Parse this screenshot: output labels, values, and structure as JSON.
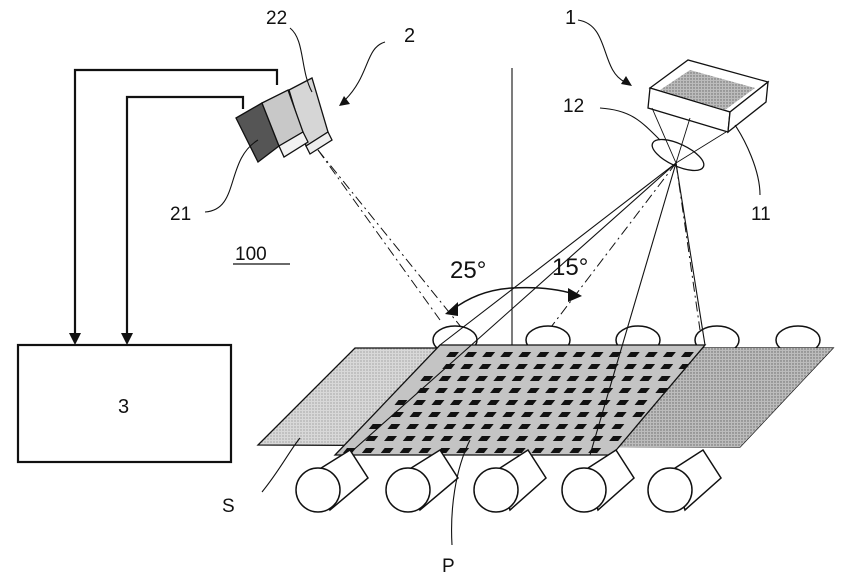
{
  "diagram": {
    "ref_labels": {
      "projector": "1",
      "camera_unit": "2",
      "controller": "3",
      "camera_a": "21",
      "camera_b": "22",
      "pattern_plate": "11",
      "lens": "12",
      "system": "100",
      "sheet": "S",
      "pattern": "P"
    },
    "angles": {
      "left": "25°",
      "right": "15°"
    },
    "colors": {
      "line": "#111111",
      "sheet_fill": "#b9b9b9",
      "camera_dark": "#555555",
      "camera_light": "#d6d6d6"
    }
  }
}
